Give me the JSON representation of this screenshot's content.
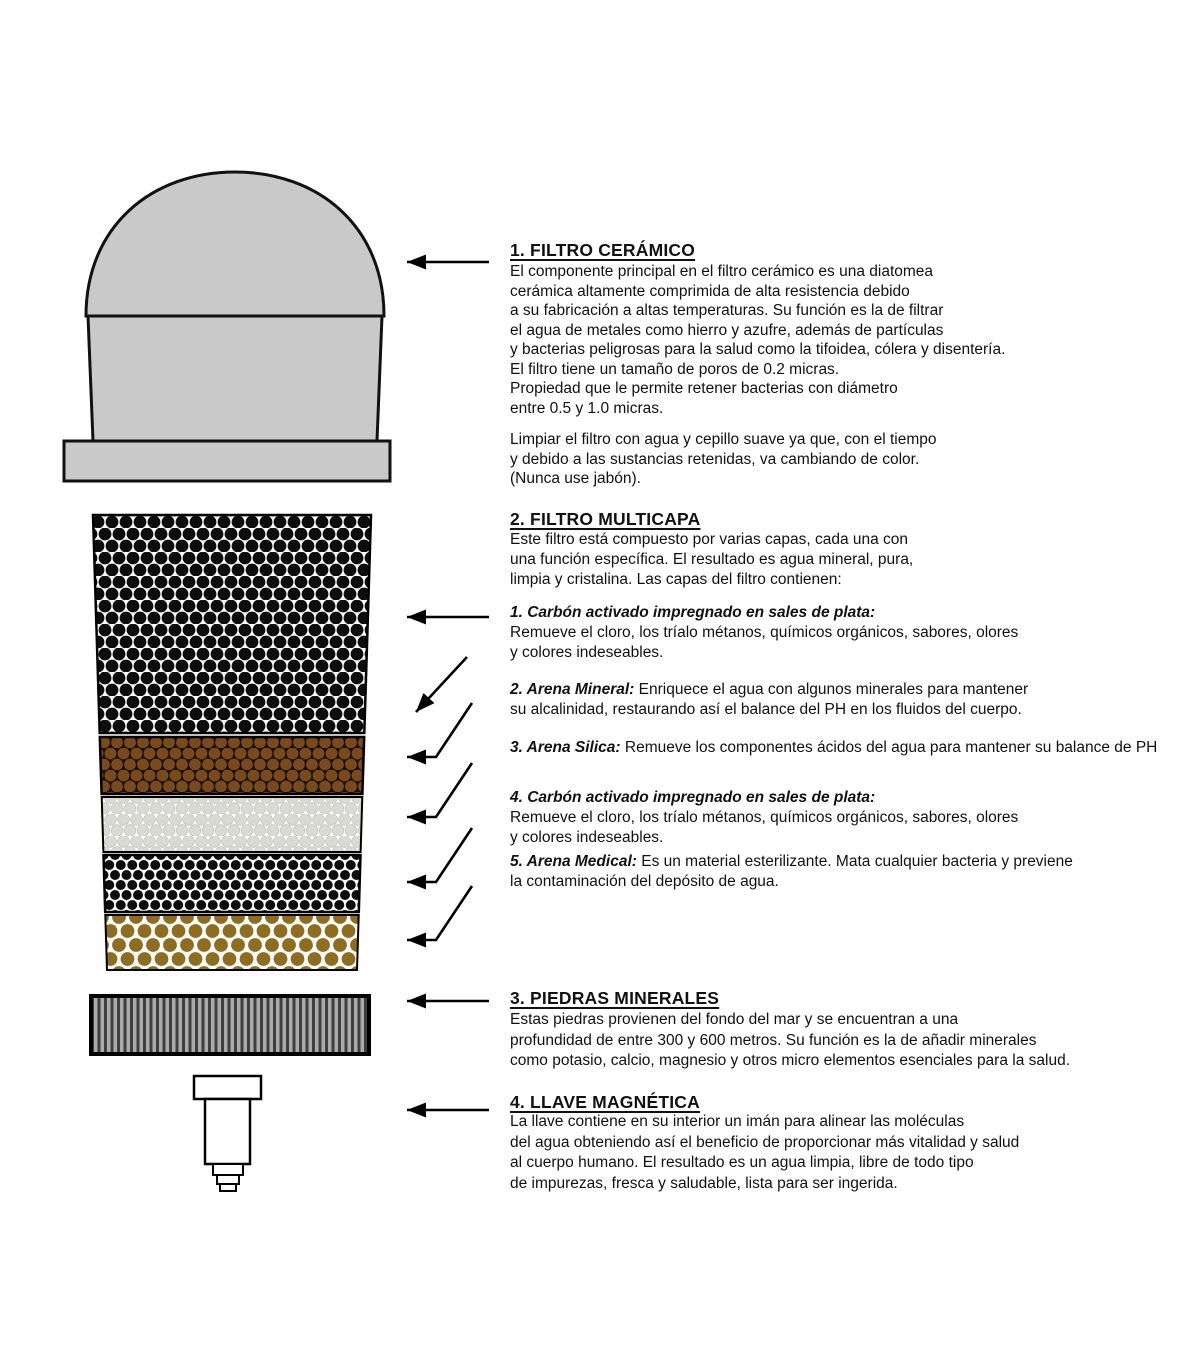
{
  "sections": {
    "ceramic": {
      "title": "1. FILTRO CERÁMICO",
      "para1": "El componente principal en el filtro cerámico es una diatomea\ncerámica altamente comprimida de alta resistencia debido\na su fabricación a altas temperaturas. Su función es la de filtrar\nel agua de metales como hierro y azufre, además de partículas\ny bacterias peligrosas para la salud como la tifoidea, cólera y disentería.\nEl filtro tiene un tamaño de poros de 0.2 micras.\nPropiedad que le permite retener bacterias con diámetro\nentre 0.5 y 1.0 micras.",
      "para2": "Limpiar el filtro con agua y cepillo suave ya que, con el tiempo\ny debido a las sustancias retenidas, va cambiando de color.\n(Nunca use jabón)."
    },
    "multicapa": {
      "title": "2. FILTRO MULTICAPA",
      "intro": "Este filtro está compuesto por varias capas, cada una con\nuna función específica. El resultado es agua mineral, pura,\nlimpia y cristalina. Las capas del filtro contienen:",
      "layers": [
        {
          "label": "1. Carbón activado impregnado en sales de plata:",
          "text": "Remueve el cloro, los tríalo métanos, químicos orgánicos, sabores, olores\ny colores indeseables."
        },
        {
          "label": "2. Arena Mineral:",
          "text": "Enriquece el agua con algunos minerales para mantener\nsu alcalinidad, restaurando así el balance del PH en los fluidos del cuerpo."
        },
        {
          "label": "3. Arena Silica:",
          "text": "Remueve los componentes ácidos del agua para mantener su balance de PH"
        },
        {
          "label": "4. Carbón activado impregnado en sales de plata:",
          "text": "Remueve el cloro, los tríalo métanos, químicos orgánicos, sabores, olores\ny colores indeseables."
        },
        {
          "label": "5. Arena Medical:",
          "text": "Es un material esterilizante. Mata cualquier bacteria y previene\nla contaminación del depósito de agua."
        }
      ]
    },
    "piedras": {
      "title": "3. PIEDRAS MINERALES",
      "para": "Estas piedras provienen del fondo del mar y se encuentran a una\nprofundidad de entre 300 y 600 metros. Su función es la de añadir minerales\ncomo potasio, calcio, magnesio y otros micro elementos esenciales para la salud."
    },
    "llave": {
      "title": "4. LLAVE MAGNÉTICA",
      "para": "La llave contiene en su interior un imán para alinear las moléculas\ndel agua obteniendo así el beneficio de proporcionar más vitalidad y salud\nal cuerpo humano. El resultado es un agua limpia, libre de todo tipo\nde impurezas, fresca y saludable, lista para ser ingerida."
    }
  },
  "diagram": {
    "colors": {
      "ceramic_gray": "#c9c9c9",
      "outline": "#111111",
      "carbon_dot": "#0d0d0d",
      "mineral_dot": "#7a4a1c",
      "mineral_bg": "#17120d",
      "silica_dot": "#dadad4",
      "medical_dot": "#8e6d1f",
      "stones_light": "#ababab",
      "stones_dark": "#3f3f3f"
    }
  }
}
